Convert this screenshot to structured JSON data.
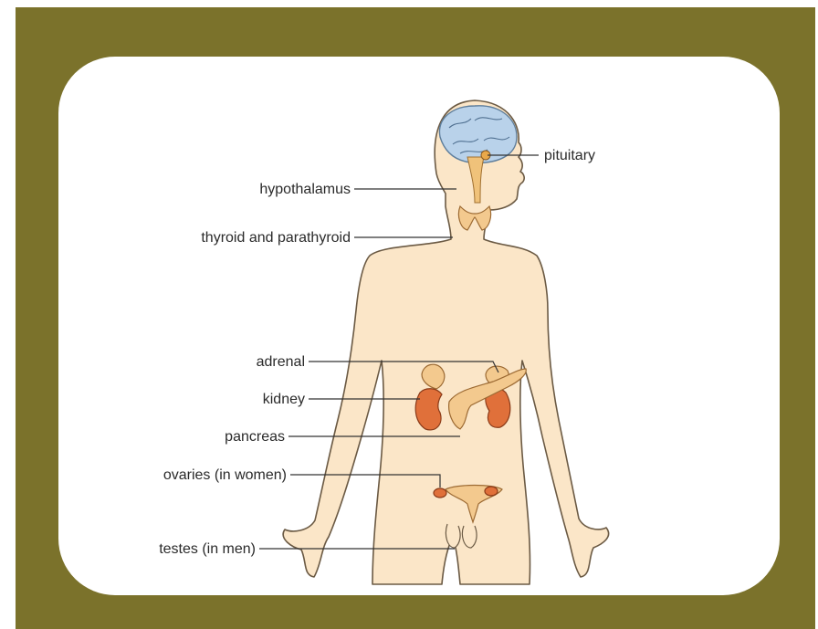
{
  "labels": {
    "pituitary": "pituitary",
    "hypothalamus": "hypothalamus",
    "thyroid": "thyroid and parathyroid",
    "adrenal": "adrenal",
    "kidney": "kidney",
    "pancreas": "pancreas",
    "ovaries": "ovaries (in women)",
    "testes": "testes (in men)"
  },
  "colors": {
    "frame": "#7b722b",
    "panel": "#ffffff",
    "skin": "#fbe6c8",
    "brain": "#b9d2ea",
    "organ": "#e0703a",
    "gland": "#f3c98e"
  }
}
